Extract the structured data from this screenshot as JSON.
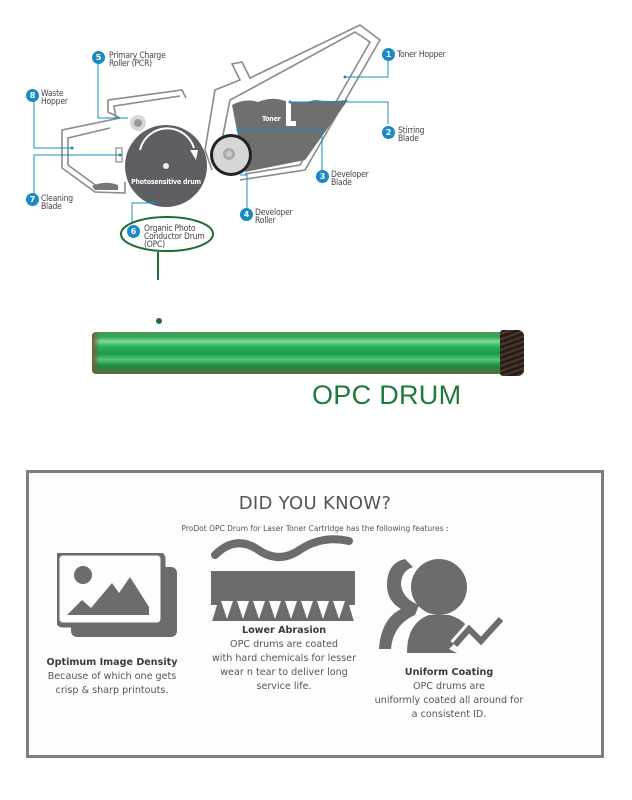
{
  "diagram": {
    "drum_label": "Photosensitive drum",
    "toner_label": "Toner",
    "callouts": [
      {
        "num": "1",
        "label": "Toner Hopper"
      },
      {
        "num": "2",
        "label": "Stirring Blade"
      },
      {
        "num": "3",
        "label": "Developer Blade"
      },
      {
        "num": "4",
        "label": "Developer Roller"
      },
      {
        "num": "5",
        "label": "Primary Charge Roller (PCR)"
      },
      {
        "num": "6",
        "label": "Organic Photo Conductor Drum (OPC)"
      },
      {
        "num": "7",
        "label": "Cleaning Blade"
      },
      {
        "num": "8",
        "label": "Waste Hopper"
      }
    ],
    "accent_color": "#1a8ac4",
    "highlight_color": "#1f6b34"
  },
  "product": {
    "title": "OPC DRUM",
    "title_color": "#1f7a3c"
  },
  "info_box": {
    "heading": "DID YOU KNOW?",
    "subtitle": "ProDot OPC Drum for Laser Toner Cartridge has the following features :",
    "features": [
      {
        "icon": "image-stack-icon",
        "title": "Optimum Image Density",
        "lines": [
          "Because of which one gets",
          "crisp & sharp printouts."
        ]
      },
      {
        "icon": "abrasion-icon",
        "title": "Lower Abrasion",
        "lines": [
          "OPC drums are coated",
          "with hard chemicals for lesser",
          "wear n tear to deliver long",
          "service life."
        ]
      },
      {
        "icon": "uniform-coating-icon",
        "title": "Uniform Coating",
        "lines": [
          "OPC drums are",
          "uniformly coated all around for",
          "a consistent ID."
        ]
      }
    ]
  }
}
